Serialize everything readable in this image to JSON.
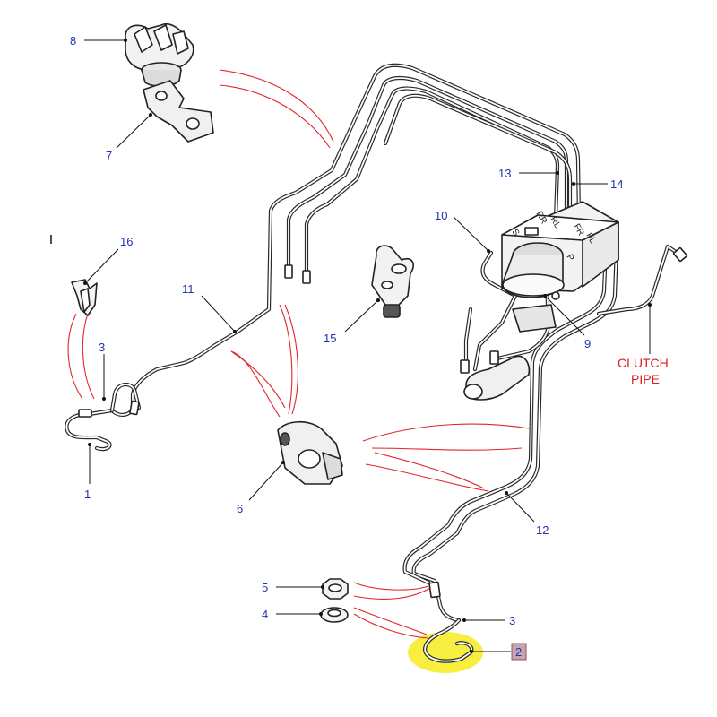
{
  "callouts": {
    "c1": "1",
    "c2": "2",
    "c3a": "3",
    "c3b": "3",
    "c4": "4",
    "c5": "5",
    "c6": "6",
    "c7": "7",
    "c8": "8",
    "c9": "9",
    "c10": "10",
    "c11": "11",
    "c12": "12",
    "c13": "13",
    "c14": "14",
    "c15": "15",
    "c16": "16"
  },
  "abs_labels": {
    "s": "S",
    "p": "P",
    "rr": "RR",
    "rl": "RL",
    "fr": "FR",
    "fl": "FL"
  },
  "clutch_pipe": {
    "line1": "CLUTCH",
    "line2": "PIPE"
  },
  "colors": {
    "callout": "#2233aa",
    "leader_red": "#e3242b",
    "highlight": "#f7ec2a",
    "selected_box": "#c9a3ae",
    "clutch_text": "#d81e1e"
  }
}
